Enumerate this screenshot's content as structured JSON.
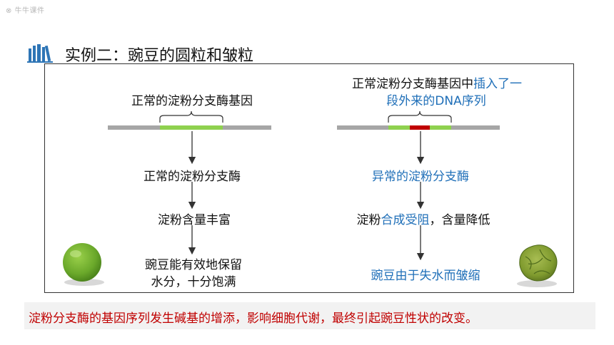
{
  "logo": {
    "text": "牛牛课件"
  },
  "title": "实例二：豌豆的圆粒和皱粒",
  "left": {
    "gene_label": "正常的淀粉分支酶基因",
    "step1": "正常的淀粉分支酶",
    "step2": "淀粉含量丰富",
    "step3_line1": "豌豆能有效地保留",
    "step3_line2": "水分，十分饱满"
  },
  "right": {
    "gene_label_black": "正常淀粉分支酶基因中",
    "gene_label_blue1": "插入了一",
    "gene_label_blue2": "段外来的DNA序列",
    "step1": "异常的淀粉分支酶",
    "step2_black": "淀粉",
    "step2_blue": "合成受阻",
    "step2_black2": "，含量降低",
    "step3": "豌豆由于失水而皱缩"
  },
  "conclusion": "淀粉分支酶的基因序列发生碱基的增添，影响细胞代谢，最终引起豌豆性状的改变。",
  "colors": {
    "accent_blue": "#1f6fb8",
    "conclusion_red": "#c00000",
    "gene_green": "#8fd14f",
    "insert_red": "#c00000",
    "chromosome_gray": "#a6a6a6"
  }
}
